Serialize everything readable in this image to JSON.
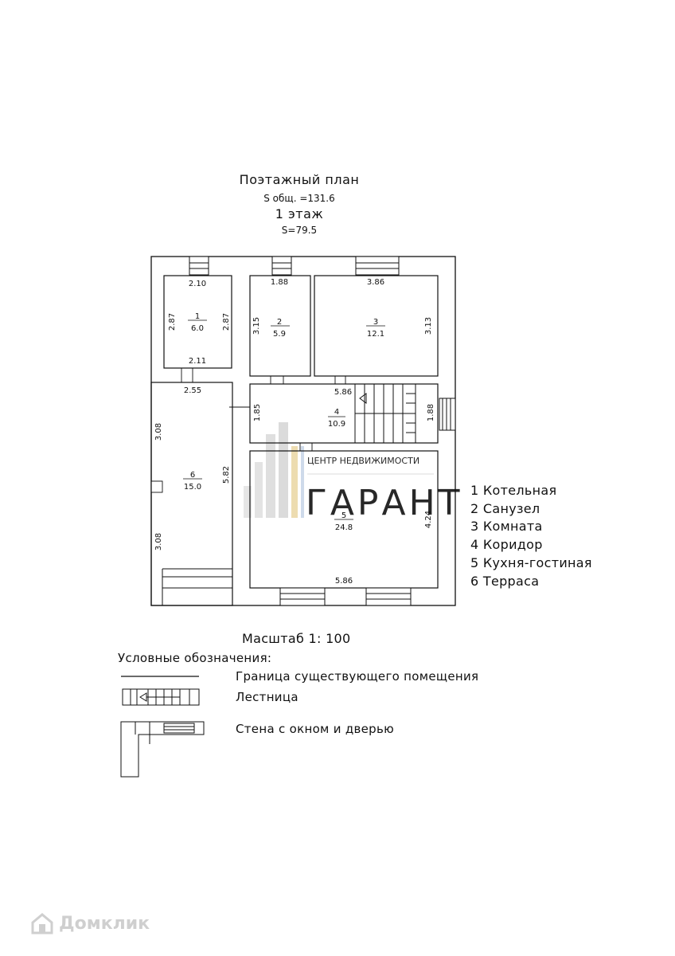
{
  "header": {
    "title": "Поэтажный план",
    "total_area": "S общ. =131.6",
    "floor": "1 этаж",
    "floor_area": "S=79.5"
  },
  "rooms": [
    {
      "num": "1",
      "area": "6.0"
    },
    {
      "num": "2",
      "area": "5.9"
    },
    {
      "num": "3",
      "area": "12.1"
    },
    {
      "num": "4",
      "area": "10.9"
    },
    {
      "num": "5",
      "area": "24.8"
    },
    {
      "num": "6",
      "area": "15.0"
    }
  ],
  "dimensions": {
    "r1_top": "2.10",
    "r1_left": "2.87",
    "r1_right": "2.87",
    "r1_bottom": "2.11",
    "r2_top": "1.88",
    "r2_left": "3.15",
    "r3_top": "3.86",
    "r3_right": "3.13",
    "r4_top": "5.86",
    "r4_left": "1.85",
    "r4_right": "1.88",
    "r5_right": "4.24",
    "r5_bottom": "5.86",
    "r6_top": "2.55",
    "r6_left_upper": "3.08",
    "r6_left_lower": "3.08",
    "r6_right": "5.82"
  },
  "room_legend": [
    "1 Котельная",
    "2 Санузел",
    "3 Комната",
    "4 Коридор",
    "5 Кухня-гостиная",
    "6 Терраса"
  ],
  "scale": "Масштаб 1: 100",
  "key": {
    "title": "Условные обозначения:",
    "items": [
      "Граница существующего помещения",
      "Лестница",
      "Стена с окном и дверью"
    ]
  },
  "watermark": {
    "line1": "ЦЕНТР НЕДВИЖИМОСТИ",
    "line2": "ГАРАНТ"
  },
  "brand": "Домклик",
  "colors": {
    "line": "#111111",
    "watermark": "#d8d8d8",
    "watermark_blue": "#c9d6e8",
    "watermark_gold": "#ecd9a8",
    "brand": "#cfcfcf"
  }
}
